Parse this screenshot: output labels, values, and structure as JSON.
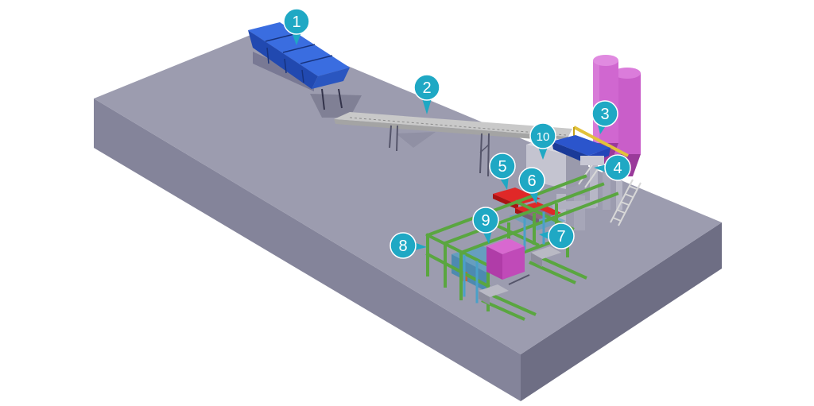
{
  "diagram": {
    "colors": {
      "background": "#ffffff",
      "platform_top": "#9c9caf",
      "platform_left": "#84849a",
      "platform_front": "#6e6e84",
      "aggregate_bins": "#2f5fd0",
      "conveyor": "#bdbdbd",
      "silos": "#c95ec9",
      "mixer": "#2345b8",
      "hopper_red": "#d42020",
      "frame_green": "#5aa640",
      "frame_blue": "#4aa0c8",
      "cement_block": "#c04ab8",
      "marker": "#1fa8c4",
      "marker_text": "#ffffff"
    },
    "markers": [
      {
        "id": "m1",
        "label": "1"
      },
      {
        "id": "m2",
        "label": "2"
      },
      {
        "id": "m3",
        "label": "3"
      },
      {
        "id": "m4",
        "label": "4"
      },
      {
        "id": "m5",
        "label": "5"
      },
      {
        "id": "m6",
        "label": "6"
      },
      {
        "id": "m7",
        "label": "7"
      },
      {
        "id": "m8",
        "label": "8"
      },
      {
        "id": "m9",
        "label": "9"
      },
      {
        "id": "m10",
        "label": "10"
      }
    ]
  }
}
